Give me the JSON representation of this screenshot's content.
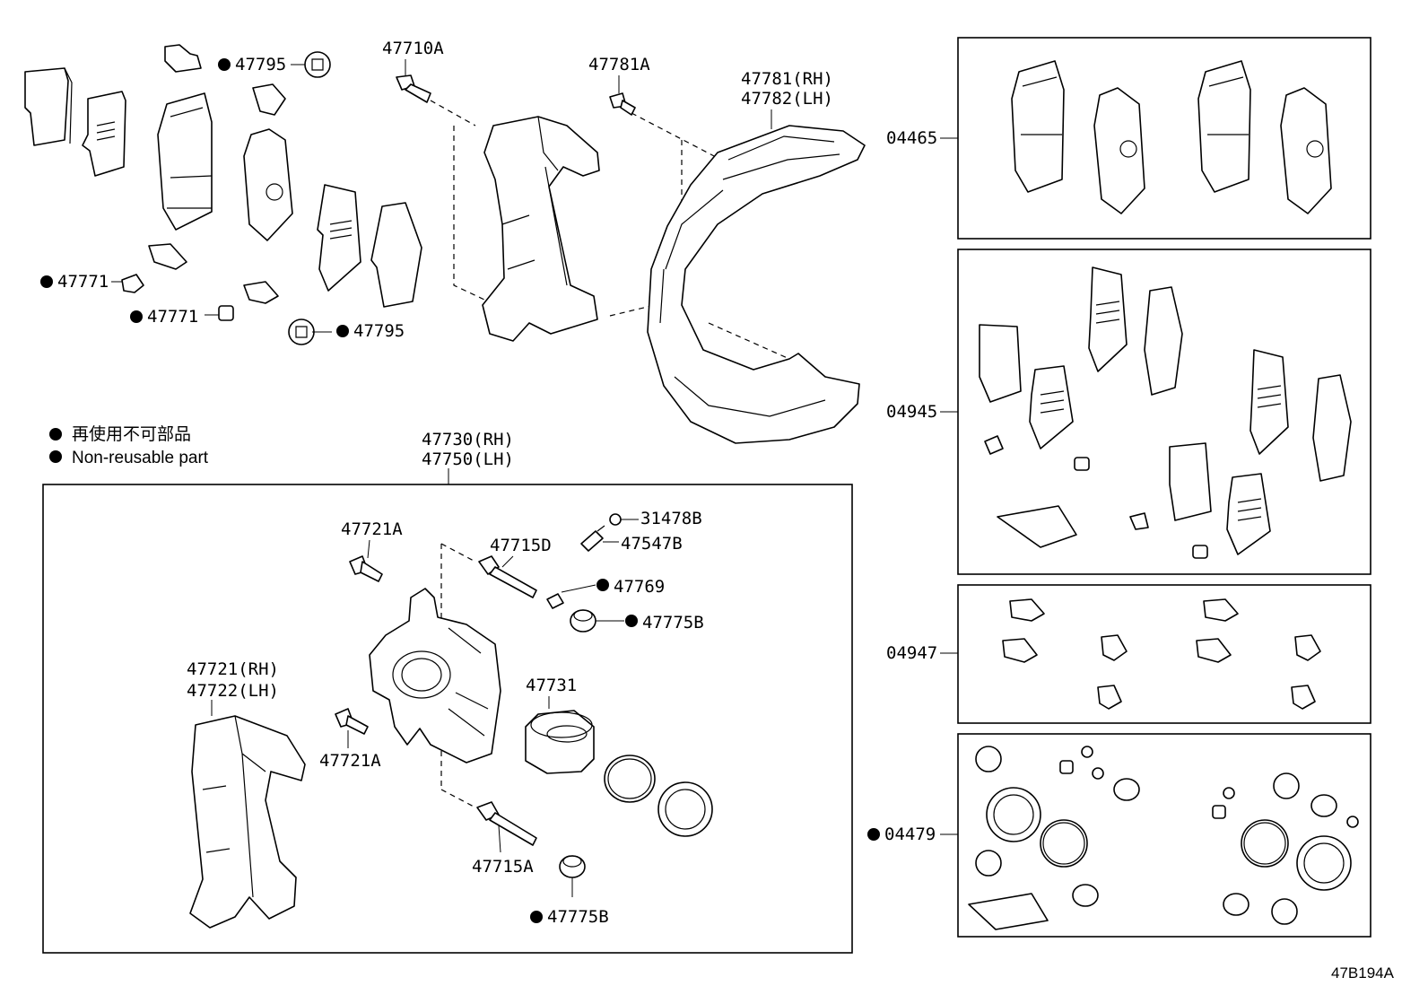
{
  "labels": {
    "l47795a": "47795",
    "l47710a": "47710A",
    "l47781a": "47781A",
    "l47781rh": "47781(RH)",
    "l47782lh": "47782(LH)",
    "l47771a": "47771",
    "l47771b": "47771",
    "l47795b": "47795",
    "l47730rh": "47730(RH)",
    "l47750lh": "47750(LH)",
    "l47721a_top": "47721A",
    "l47715d": "47715D",
    "l31478b": "31478B",
    "l47547b": "47547B",
    "l47769": "47769",
    "l47775b_top": "47775B",
    "l47721rh": "47721(RH)",
    "l47722lh": "47722(LH)",
    "l47731": "47731",
    "l47721a_bot": "47721A",
    "l47715a": "47715A",
    "l47775b_bot": "47775B",
    "k04465": "04465",
    "k04945": "04945",
    "k04947": "04947",
    "k04479": "04479"
  },
  "legend": {
    "japanese": "再使用不可部品",
    "english": "Non-reusable part"
  },
  "diagram_code": "47B194A"
}
